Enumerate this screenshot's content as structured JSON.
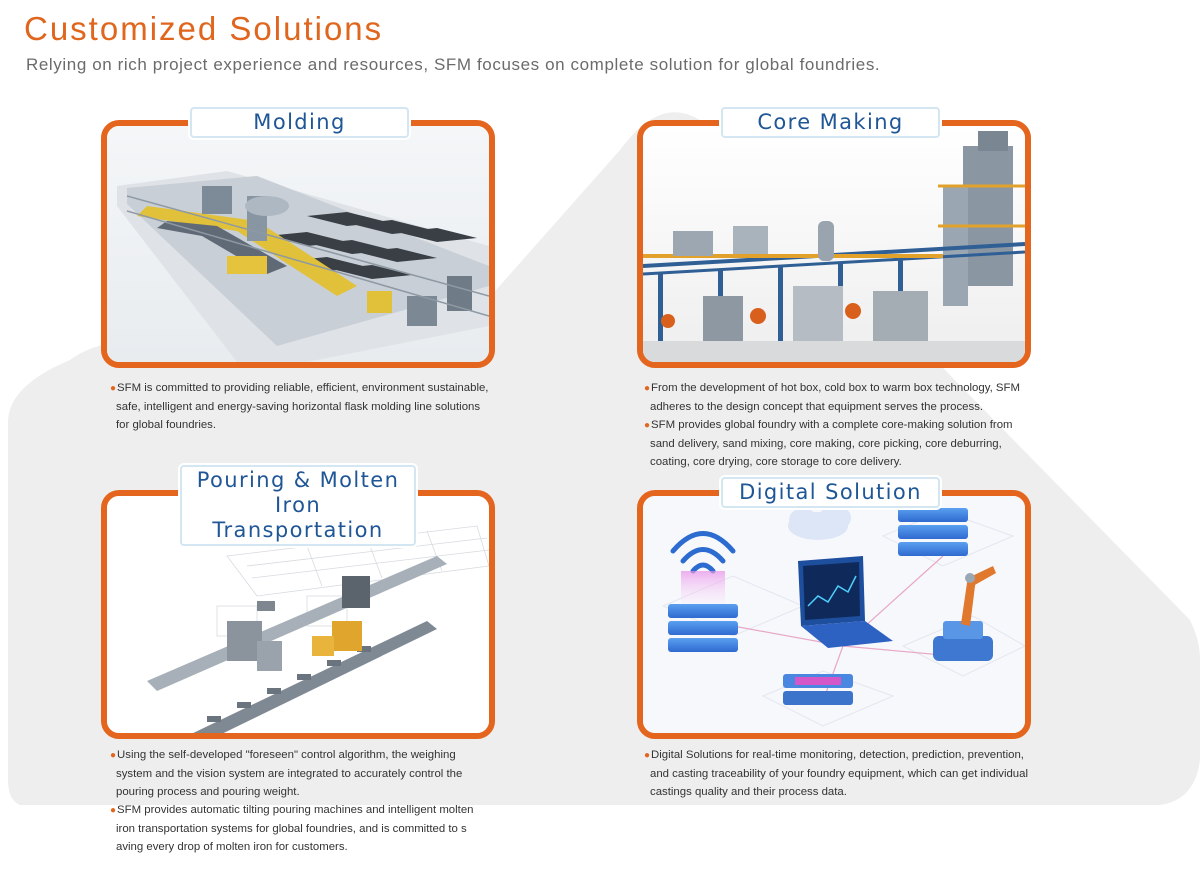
{
  "header": {
    "title": "Customized Solutions",
    "subtitle": "Relying on rich project experience and resources, SFM focuses on complete solution for global foundries."
  },
  "colors": {
    "accent": "#e4661e",
    "label_text": "#1e5696",
    "background_shape": "#eeeeee"
  },
  "sections": [
    {
      "title": "Molding",
      "bullets": [
        "SFM is committed to providing reliable, efficient, environment sustainable, safe, intelligent and energy-saving horizontal flask molding line solutions for global foundries."
      ]
    },
    {
      "title": "Core Making",
      "bullets": [
        "From the development of hot box, cold box to warm box technology, SFM adheres to the design concept that equipment serves the process.",
        "SFM provides global foundry with a complete core-making solution from sand delivery, sand mixing, core making, core picking, core deburring, coating, core drying, core storage to core delivery."
      ]
    },
    {
      "title_line1": "Pouring & Molten",
      "title_line2": "Iron Transportation",
      "bullets": [
        "Using the self-developed \"foreseen\" control algorithm, the weighing system and the vision system are integrated to accurately control the pouring process and pouring weight.",
        "SFM provides automatic tilting pouring machines and intelligent molten iron transportation systems for global foundries, and is committed to s aving every drop of molten iron for customers."
      ]
    },
    {
      "title": "Digital Solution",
      "bullets": [
        "Digital Solutions for real-time monitoring, detection, prediction, prevention, and casting traceability of your foundry equipment, which can get individual castings quality and their process data."
      ]
    }
  ]
}
